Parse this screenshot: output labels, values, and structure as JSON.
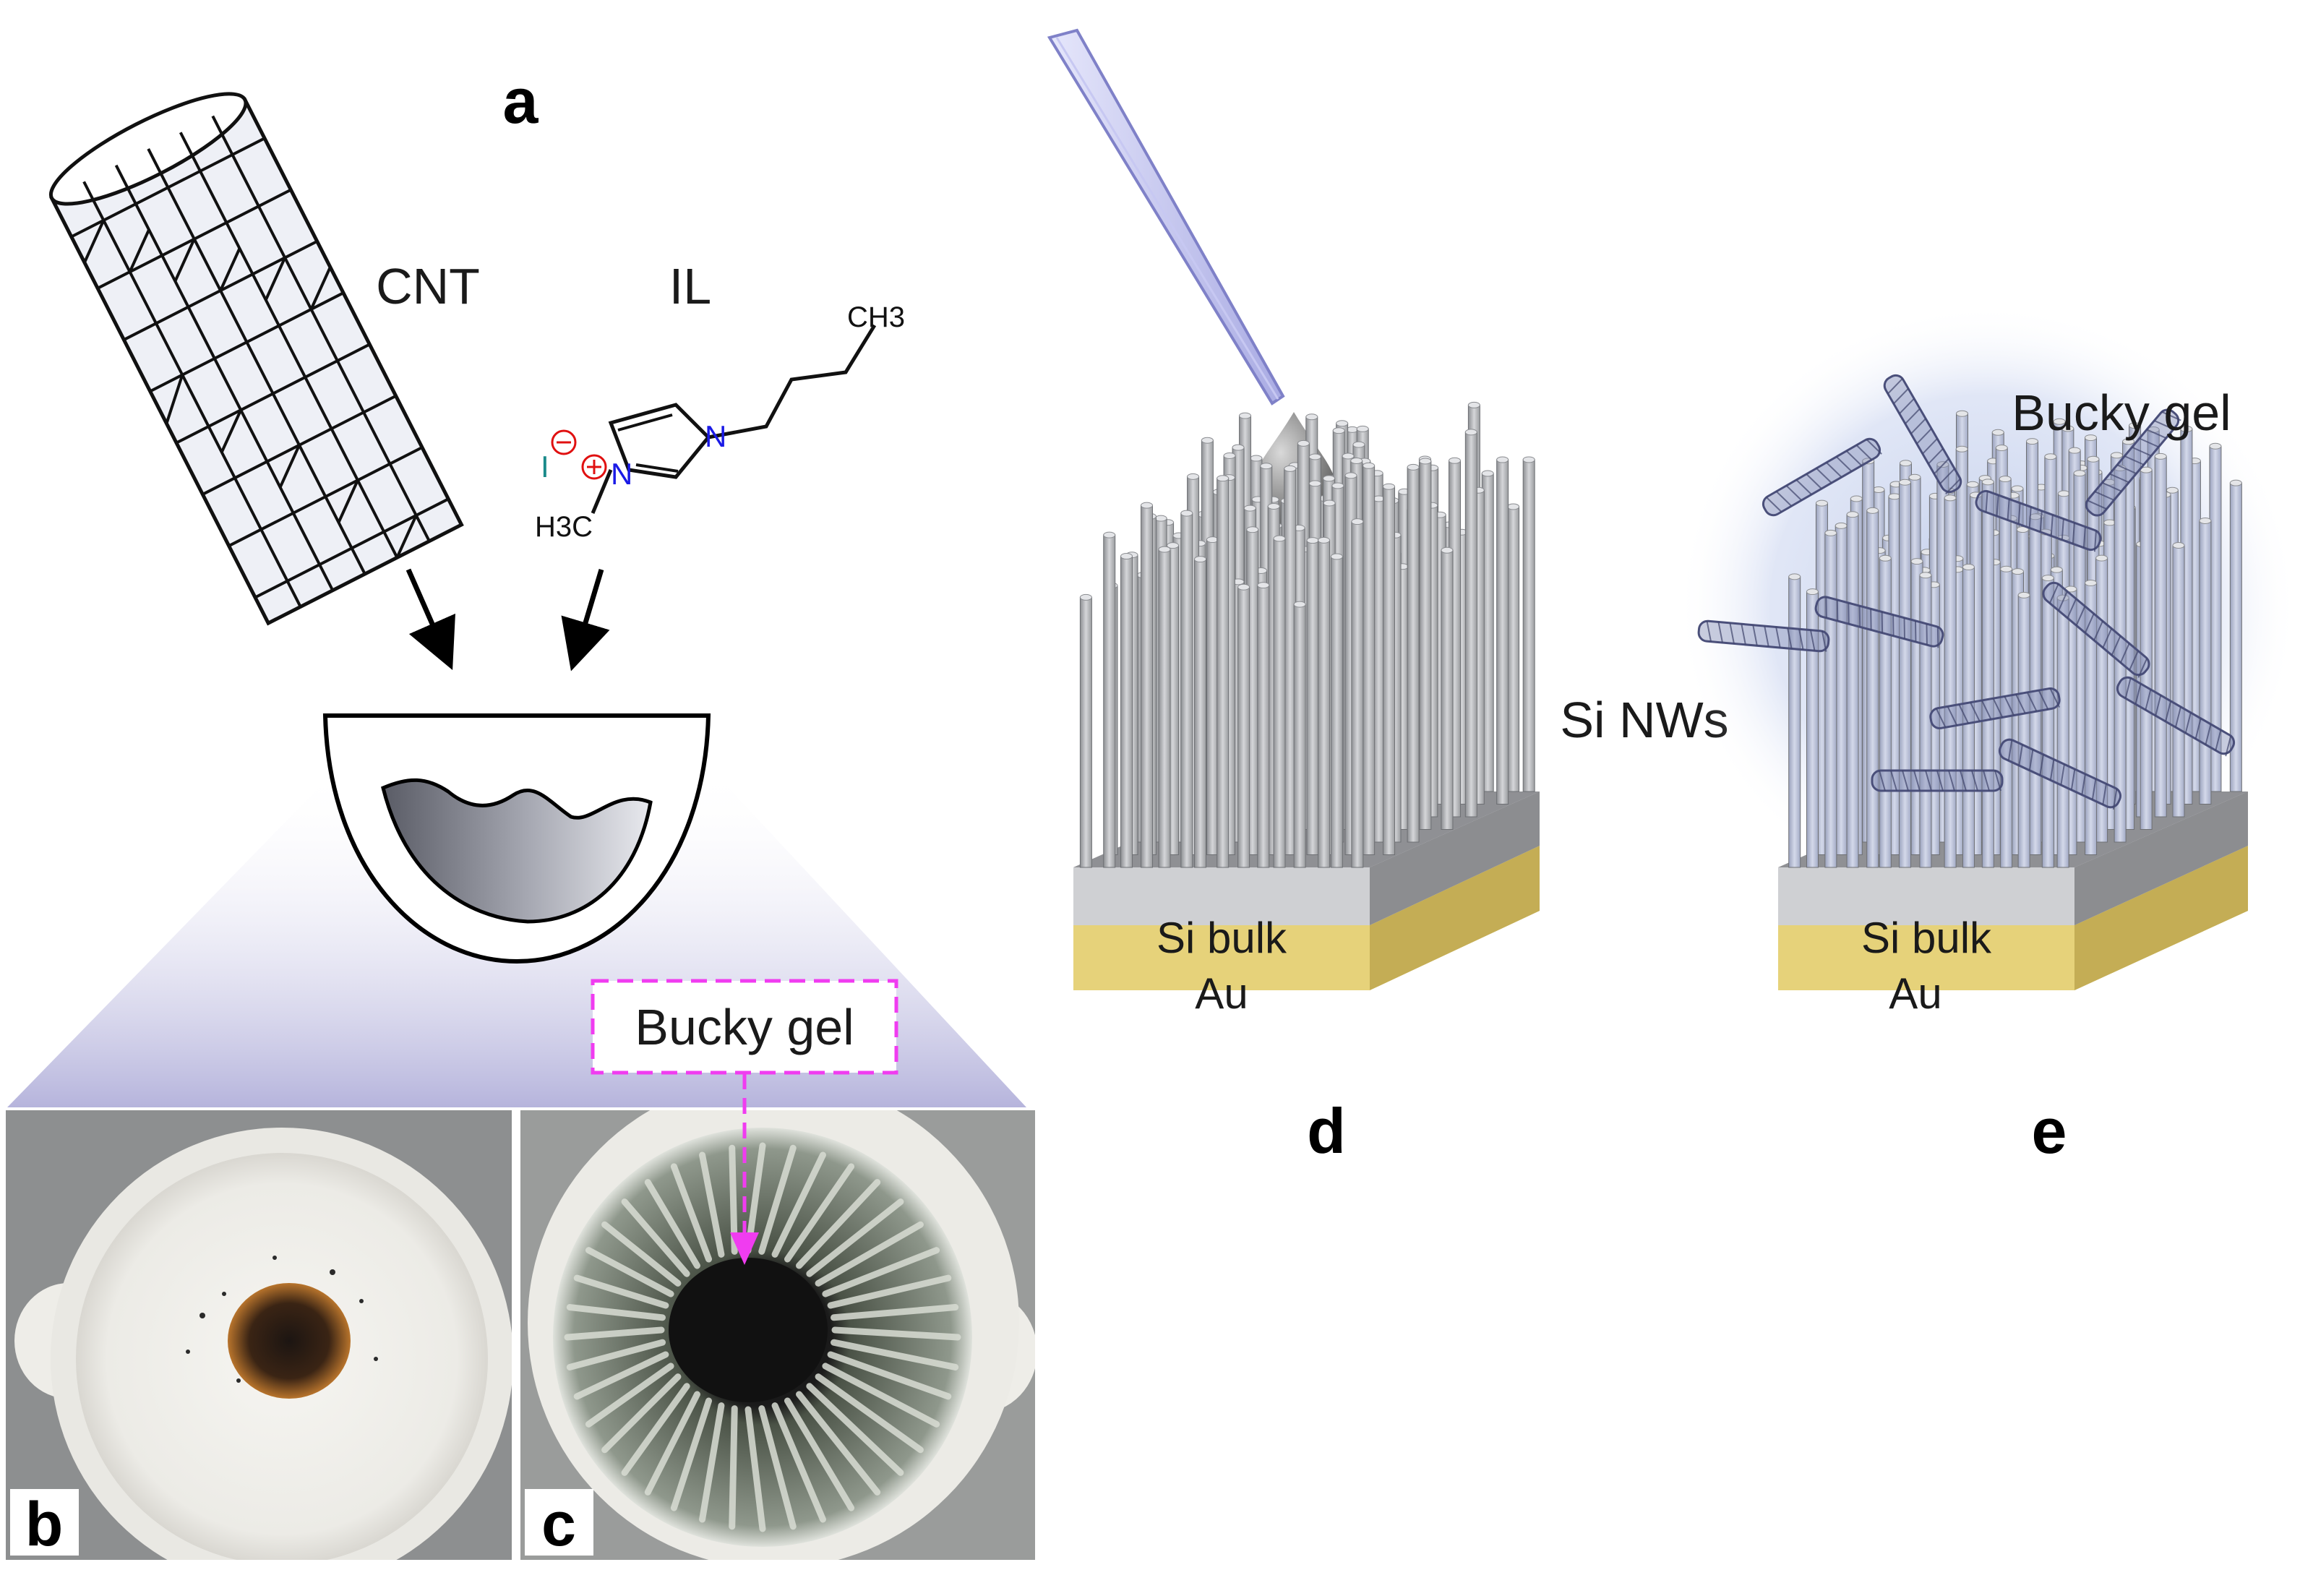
{
  "panels": {
    "a": "a",
    "b": "b",
    "c": "c",
    "d": "d",
    "e": "e"
  },
  "labels": {
    "cnt": "CNT",
    "il": "IL",
    "ch3": "CH3",
    "h3c": "H3C",
    "iodide": "I",
    "nitrogen": "N",
    "bucky_gel_box": "Bucky gel",
    "bucky_gel_e": "Bucky gel",
    "si_nws": "Si NWs",
    "si_bulk": "Si bulk",
    "au": "Au"
  },
  "colors": {
    "gold": "#e6d27a",
    "silicon": "#c9cacd",
    "nanowire": "#b3b5b8",
    "annotation": "#f03cf0",
    "glow": "#8fa5d8",
    "nitrogen": "#1a1ae6",
    "charge": "#e01010"
  }
}
